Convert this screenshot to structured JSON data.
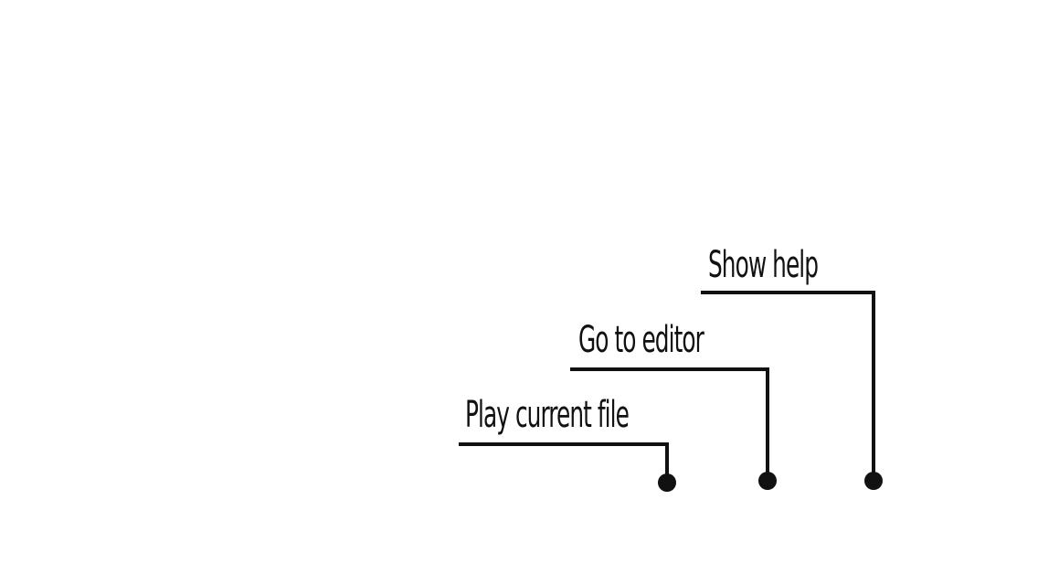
{
  "callouts": [
    {
      "id": "play",
      "label": "Play current file"
    },
    {
      "id": "editor",
      "label": "Go to editor"
    },
    {
      "id": "help",
      "label": "Show help"
    }
  ],
  "colors": {
    "background": "#ffffff",
    "ink": "#111111"
  }
}
